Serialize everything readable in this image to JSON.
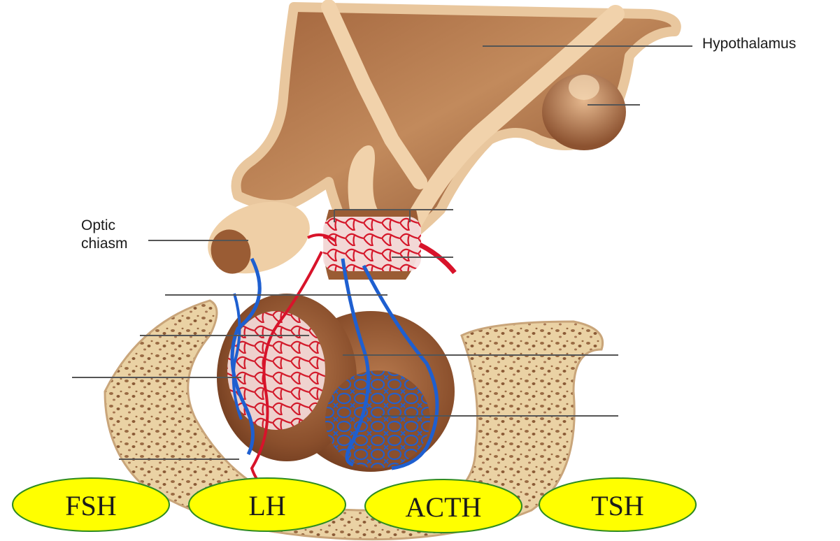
{
  "labels": {
    "hypothalamus": "Hypothalamus",
    "optic_chiasm_line1": "Optic",
    "optic_chiasm_line2": "chiasm"
  },
  "drag_labels": [
    "FSH",
    "LH",
    "ACTH",
    "TSH"
  ],
  "colors": {
    "pill_fill": "#ffff00",
    "pill_stroke": "#2e8b1f",
    "tissue_light": "#f1d2ab",
    "tissue_dark": "#8a4f2c",
    "artery": "#d8132a",
    "vein": "#1e5fd0",
    "bone": "#ead2a4"
  }
}
